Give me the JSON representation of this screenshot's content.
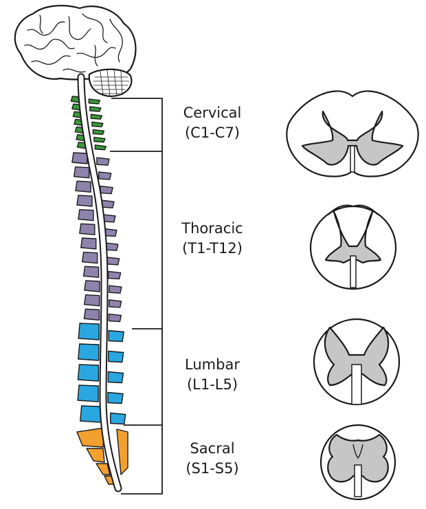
{
  "regions": [
    {
      "key": "cervical",
      "name": "Cervical",
      "range": "(C1-C7)",
      "color": "#3a9a3a"
    },
    {
      "key": "thoracic",
      "name": "Thoracic",
      "range": "(T1-T12)",
      "color": "#8f83ad"
    },
    {
      "key": "lumbar",
      "name": "Lumbar",
      "range": "(L1-L5)",
      "color": "#2aa7e0"
    },
    {
      "key": "sacral",
      "name": "Sacral",
      "range": "(S1-S5)",
      "color": "#f2a12e"
    }
  ],
  "colors": {
    "outline": "#1a1a1a",
    "gray_matter": "#c6c6c6",
    "background": "#ffffff"
  }
}
